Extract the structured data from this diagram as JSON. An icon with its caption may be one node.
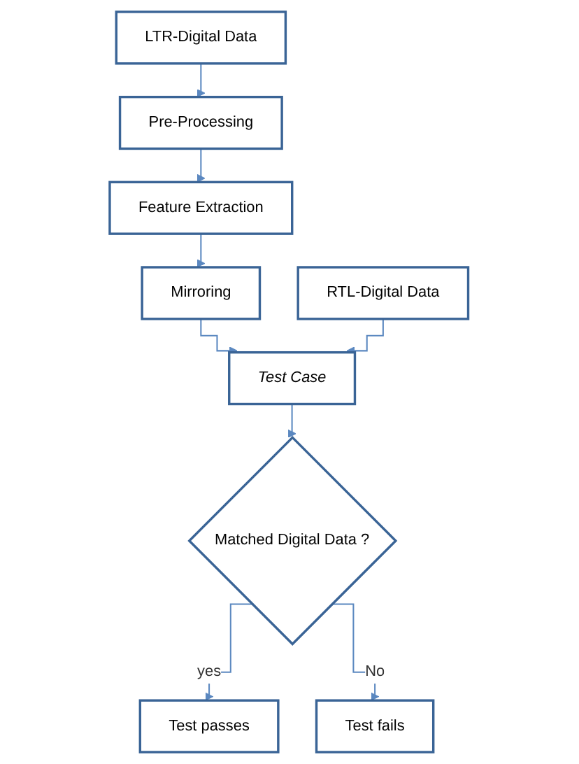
{
  "diagram": {
    "nodes": [
      {
        "text": [
          "LTR-Digital Data"
        ]
      },
      {
        "text": [
          "Pre-Processing"
        ]
      },
      {
        "text": [
          "Feature Extraction"
        ]
      },
      {
        "text": [
          "Mirroring"
        ]
      },
      {
        "text": [
          "RTL-Digital Data"
        ]
      },
      {
        "text": [
          "Test Case"
        ]
      },
      {
        "text": [
          "Matched Digital Data ?"
        ]
      },
      {
        "text": [
          "Test passes"
        ]
      },
      {
        "text": [
          "Test fails"
        ]
      }
    ],
    "edges": [
      {
        "from": 0,
        "to": 1,
        "arrow": "to"
      },
      {
        "from": 1,
        "to": 2,
        "arrow": "to"
      },
      {
        "from": 2,
        "to": 3,
        "arrow": "to"
      },
      {
        "from": 3,
        "to": 5,
        "arrow": "to"
      },
      {
        "from": 4,
        "to": 5,
        "arrow": "to"
      },
      {
        "from": 5,
        "to": 6,
        "arrow": "to"
      },
      {
        "from": 6,
        "to": 7,
        "label": "yes",
        "arrow": "to"
      },
      {
        "from": 6,
        "to": 8,
        "label": "No",
        "arrow": "to"
      }
    ]
  }
}
